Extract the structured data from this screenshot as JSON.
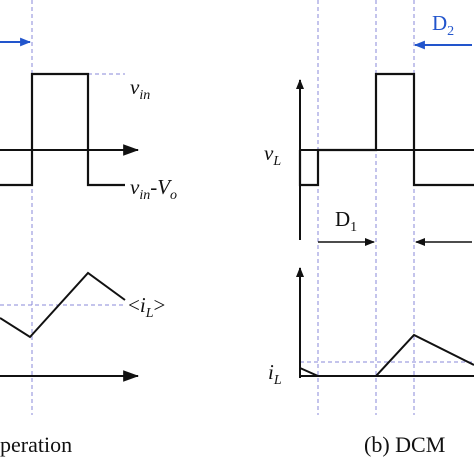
{
  "left_panel": {
    "vin_main": "v",
    "vin_sub": "in",
    "vin_vo_main": "v",
    "vin_vo_sub": "in",
    "vin_vo_mid": "-V",
    "vin_vo_tail": "o",
    "il_avg_open": "<",
    "il_avg_main": "i",
    "il_avg_sub": "L",
    "il_avg_close": ">",
    "caption": "peration"
  },
  "right_panel": {
    "d2_main": "D",
    "d2_sub": "2",
    "vl_main": "v",
    "vl_sub": "L",
    "d1_main": "D",
    "d1_sub": "1",
    "il_main": "i",
    "il_sub": "L",
    "caption": "(b) DCM"
  },
  "colors": {
    "line": "#111111",
    "guide": "#8a8ad8",
    "accent": "#2255cc"
  }
}
